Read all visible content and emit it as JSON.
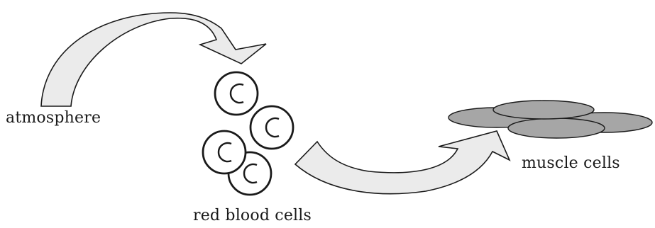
{
  "labels": {
    "atmosphere": "atmosphere",
    "red_blood_cells": "red blood cells",
    "muscle_cells": "muscle cells"
  },
  "colors": {
    "arrow_fill": "#ebebeb",
    "outline": "#1a1a1a",
    "muscle_fill": "#a6a6a6",
    "background": "#ffffff"
  }
}
